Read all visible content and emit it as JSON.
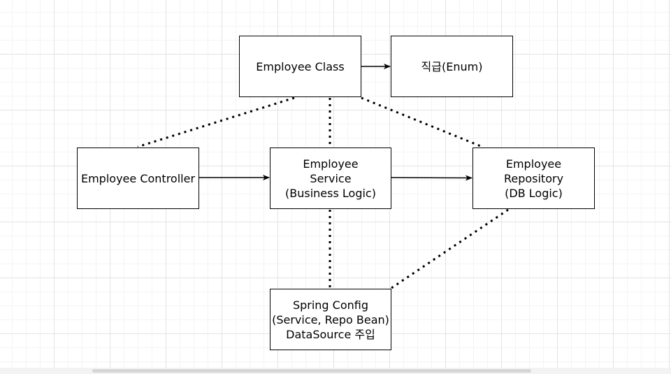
{
  "diagram": {
    "nodes": [
      {
        "id": "employee-class",
        "label": "Employee Class"
      },
      {
        "id": "rank-enum",
        "label": "직급(Enum)"
      },
      {
        "id": "employee-controller",
        "label": "Employee Controller"
      },
      {
        "id": "employee-service",
        "label": "Employee\nService\n(Business Logic)"
      },
      {
        "id": "employee-repository",
        "label": "Employee\nRepository\n(DB Logic)"
      },
      {
        "id": "spring-config",
        "label": "Spring Config\n(Service, Repo Bean)\nDataSource 주입"
      }
    ],
    "edges": [
      {
        "from": "employee-class",
        "to": "rank-enum",
        "style": "solid-arrow"
      },
      {
        "from": "employee-controller",
        "to": "employee-service",
        "style": "solid-arrow"
      },
      {
        "from": "employee-service",
        "to": "employee-repository",
        "style": "solid-arrow"
      },
      {
        "from": "employee-class",
        "to": "employee-controller",
        "style": "dotted"
      },
      {
        "from": "employee-class",
        "to": "employee-service",
        "style": "dotted"
      },
      {
        "from": "employee-class",
        "to": "employee-repository",
        "style": "dotted"
      },
      {
        "from": "employee-service",
        "to": "spring-config",
        "style": "dotted"
      },
      {
        "from": "employee-repository",
        "to": "spring-config",
        "style": "dotted"
      }
    ]
  },
  "colors": {
    "stroke": "#000000",
    "node_fill": "#ffffff",
    "grid_major": "#e3e3e3",
    "grid_minor": "#f4f4f4"
  }
}
